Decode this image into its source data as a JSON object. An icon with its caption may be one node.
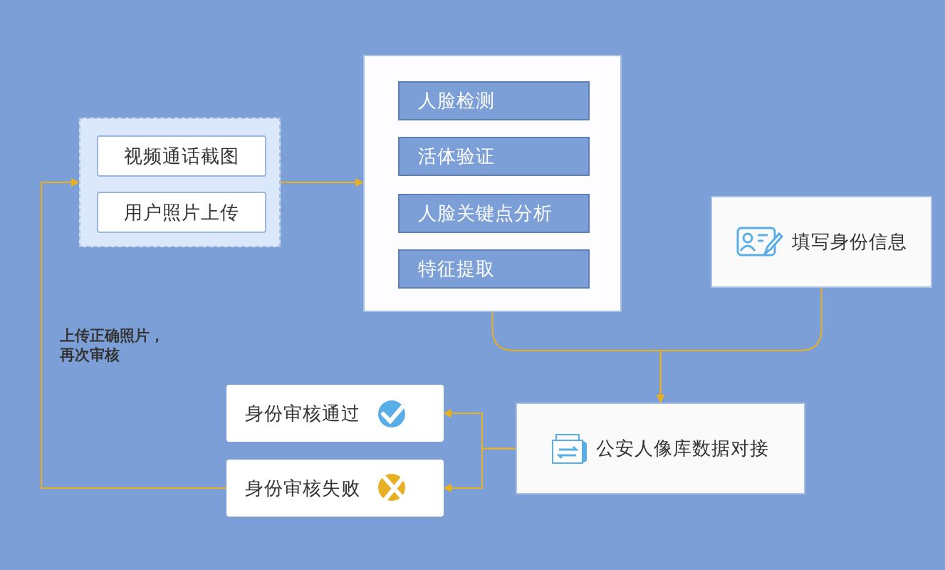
{
  "diagram": {
    "nodes": [
      {
        "text": [],
        "shape": "box"
      },
      {
        "text": [
          "视频通话截图"
        ],
        "in": 0
      },
      {
        "text": [
          "用户照片上传"
        ],
        "in": 0
      },
      {
        "text": [],
        "shape": "box"
      },
      {
        "text": [
          "人脸检测"
        ],
        "in": 3
      },
      {
        "text": [
          "活体验证"
        ],
        "in": 3
      },
      {
        "text": [
          "人脸关键点分析"
        ],
        "in": 3
      },
      {
        "text": [
          "特征提取"
        ],
        "in": 3
      },
      {
        "text": [
          "填写身份信息"
        ]
      },
      {
        "text": [
          "公安人像库数据对接"
        ]
      },
      {
        "text": [
          "身份审核通过"
        ]
      },
      {
        "text": [
          "身份审核失败"
        ]
      }
    ],
    "edges": [
      {
        "from": 0,
        "to": 3,
        "arrow": "to"
      },
      {
        "from": 3,
        "to": 9,
        "arrow": "to"
      },
      {
        "from": 8,
        "to": 9,
        "arrow": "to"
      },
      {
        "from": 9,
        "to": 10,
        "arrow": "to"
      },
      {
        "from": 9,
        "to": 11,
        "arrow": "to"
      },
      {
        "from": 11,
        "to": 0,
        "arrow": "to",
        "label": "上传正确照片，再次审核"
      }
    ]
  }
}
